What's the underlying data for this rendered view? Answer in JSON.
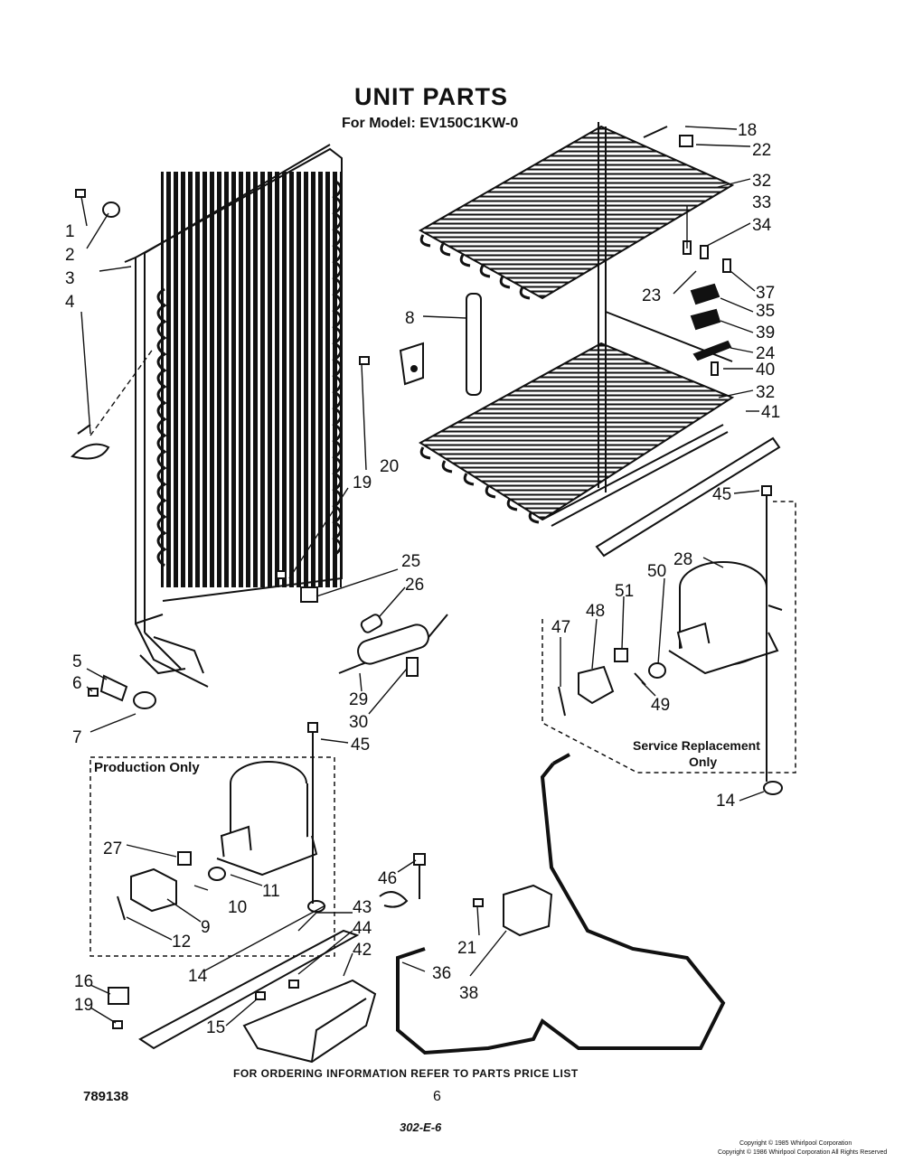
{
  "header": {
    "title": "UNIT PARTS",
    "model": "For Model: EV150C1KW-0"
  },
  "boxes": {
    "production_label": "Production Only",
    "service_label_line1": "Service Replacement",
    "service_label_line2": "Only"
  },
  "footer": {
    "ordering_note": "FOR ORDERING INFORMATION REFER TO PARTS PRICE LIST",
    "doc_number": "789138",
    "page_number": "6",
    "code": "302-E-6",
    "copyright_line1": "Copyright © 1985 Whirlpool Corporation",
    "copyright_line2": "Copyright © 1986 Whirlpool Corporation All Rights Reserved"
  },
  "callouts": [
    "1",
    "2",
    "3",
    "4",
    "5",
    "6",
    "7",
    "8",
    "9",
    "10",
    "11",
    "12",
    "14",
    "14",
    "15",
    "16",
    "18",
    "19",
    "19",
    "20",
    "21",
    "22",
    "23",
    "24",
    "25",
    "26",
    "27",
    "28",
    "29",
    "30",
    "32",
    "32",
    "33",
    "34",
    "35",
    "36",
    "37",
    "38",
    "39",
    "40",
    "41",
    "42",
    "43",
    "44",
    "45",
    "45",
    "46",
    "47",
    "48",
    "49",
    "50",
    "51"
  ]
}
